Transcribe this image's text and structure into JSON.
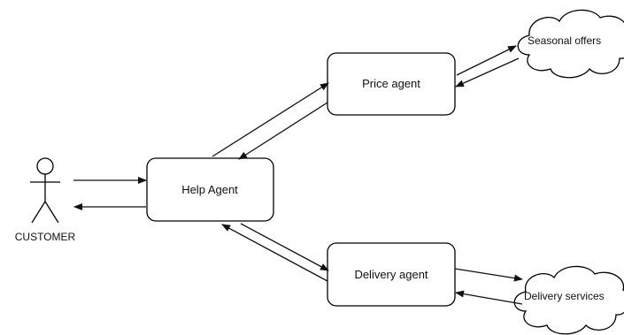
{
  "actor": {
    "label": "CUSTOMER"
  },
  "nodes": {
    "help_agent": "Help Agent",
    "price_agent": "Price agent",
    "delivery_agent": "Delivery agent"
  },
  "clouds": {
    "seasonal_offers": "Seasonal offers",
    "delivery_services": "Delivery services"
  },
  "colors": {
    "stroke": "#000000",
    "background": "#ffffff"
  }
}
